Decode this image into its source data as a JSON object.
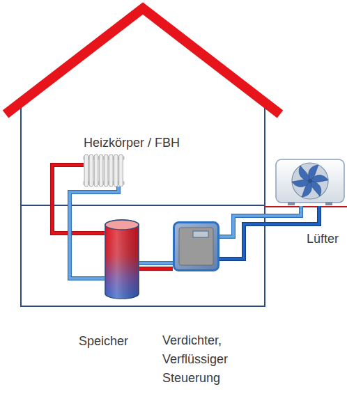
{
  "diagram": {
    "nodes": [
      {
        "text": [
          "Heizkörper / FBH"
        ]
      },
      {
        "text": [
          "Speicher"
        ]
      },
      {
        "text": [
          "Verdichter, Verflüssiger Steuerung"
        ]
      },
      {
        "text": [
          "Lüfter"
        ]
      }
    ],
    "edges": [
      {
        "from": 1,
        "to": 0,
        "arrow": "none"
      },
      {
        "from": 0,
        "to": 1,
        "arrow": "none"
      },
      {
        "from": 1,
        "to": 2,
        "arrow": "none"
      },
      {
        "from": 1,
        "to": 2,
        "arrow": "none"
      },
      {
        "from": 3,
        "to": 2,
        "arrow": "none"
      },
      {
        "from": 3,
        "to": 2,
        "arrow": "none"
      }
    ]
  }
}
